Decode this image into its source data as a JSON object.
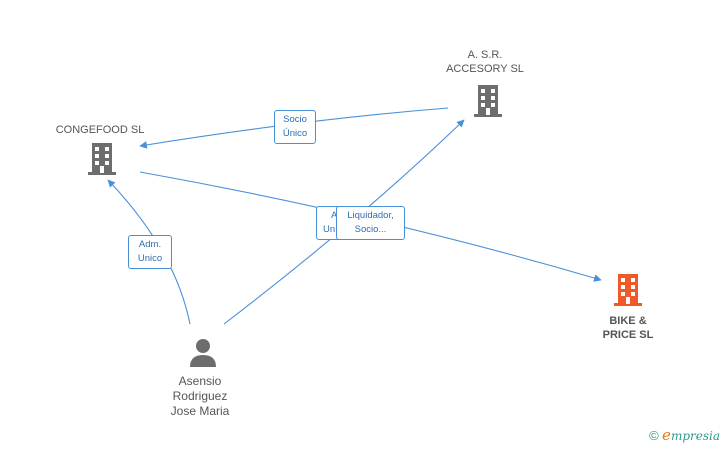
{
  "nodes": {
    "congefood": {
      "name": "CONGEFOOD SL"
    },
    "asr": {
      "name_line1": "A. S.R.",
      "name_line2": "ACCESORY SL"
    },
    "bike": {
      "name_line1": "BIKE &",
      "name_line2": "PRICE SL"
    },
    "asensio": {
      "name_line1": "Asensio",
      "name_line2": "Rodriguez",
      "name_line3": "Jose Maria"
    }
  },
  "edges": {
    "socio_unico": {
      "line1": "Socio",
      "line2": "Único"
    },
    "adm_unico": {
      "line1": "Adm.",
      "line2": "Unico"
    },
    "hidden": {
      "line1": "A",
      "line2": "Un"
    },
    "liquidador": {
      "line1": "Liquidador,",
      "line2": "Socio..."
    }
  },
  "colors": {
    "company_icon": "#6d6d6d",
    "highlight_icon": "#f05a28",
    "person_icon": "#6d6d6d",
    "edge": "#4a90d9"
  },
  "footer": {
    "copyright_symbol": "©",
    "brand_initial": "e",
    "brand_rest": "mpresia"
  }
}
